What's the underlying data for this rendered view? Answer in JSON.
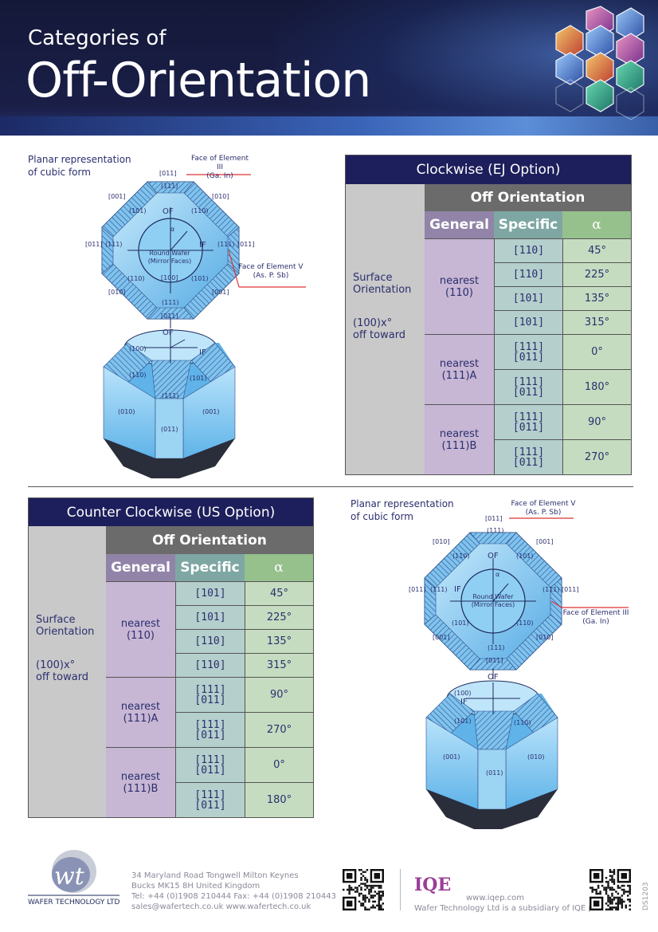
{
  "header": {
    "title_small": "Categories of",
    "title_big": "Off-Orientation"
  },
  "diagram_top": {
    "planar_label_1": "Planar representation",
    "planar_label_2": "of cubic form",
    "face3_1": "Face of Element III",
    "face3_2": "(Ga. In)",
    "face5_1": "Face of Element V",
    "face5_2": "(As. P. Sb)",
    "wafer_1": "Round Wafer",
    "wafer_2": "(Mirror Faces)",
    "labels": {
      "t011b": "[011]",
      "t111b": "(111)",
      "t001": "[001]",
      "t010": "[010]",
      "f101": "(101)",
      "f110": "(110)",
      "of": "OF",
      "if": "IF",
      "alpha": "α",
      "l011": "[011]",
      "l111": "(111)",
      "r111": "(111)",
      "r011": "[011]",
      "b110": "(110)",
      "b100": "[100]",
      "b101": "(101)",
      "b010": "[010]",
      "b001": "[001]",
      "b111": "(111)",
      "cube_top": "[011]",
      "cube_of": "OF",
      "cube_100": "(100)",
      "cube_if": "IF",
      "cube_110": "(110)",
      "cube_101": "(101)",
      "cube_111": "(111)",
      "cube_010": "(010)",
      "cube_001": "(001)",
      "cube_011": "(011)"
    }
  },
  "diagram_bottom": {
    "planar_label_1": "Planar representation",
    "planar_label_2": "of cubic form",
    "face5_1": "Face of Element V",
    "face5_2": "(As. P. Sb)",
    "face3_1": "Face of Element III",
    "face3_2": "(Ga. In)",
    "wafer_1": "Round Wafer",
    "wafer_2": "(Mirror Faces)",
    "labels": {
      "t011": "[011]",
      "t111": "(111)",
      "t010": "[010]",
      "t001": "[001]",
      "f110": "(110)",
      "f101": "(101)",
      "of": "OF",
      "if": "IF",
      "alpha": "α",
      "l011": "[011]",
      "l111": "(111)",
      "r111": "(111)",
      "r011": "[011]",
      "b101": "(101)",
      "b110": "(110)",
      "b001": "[001]",
      "b010": "[010]",
      "b111": "(111)",
      "cube_top": "[011]",
      "cube_of": "OF",
      "cube_100": "(100)",
      "cube_if": "IF",
      "cube_101": "(101)",
      "cube_110": "(110)",
      "cube_001": "(001)",
      "cube_010": "(010)",
      "cube_011": "(011)"
    }
  },
  "table_cw": {
    "title": "Clockwise (EJ Option)",
    "off_orientation": "Off Orientation",
    "col_general": "General",
    "col_specific": "Specific",
    "col_alpha": "α",
    "surface_1": "Surface",
    "surface_2": "Orientation",
    "toward_1": "(100)x°",
    "toward_2": "off toward",
    "groups": [
      {
        "general": "nearest\n(110)",
        "rows": [
          {
            "specific": "[110]",
            "alpha": "45°"
          },
          {
            "specific": "[110]",
            "alpha": "225°"
          },
          {
            "specific": "[101]",
            "alpha": "135°"
          },
          {
            "specific": "[101]",
            "alpha": "315°"
          }
        ]
      },
      {
        "general": "nearest\n(111)A",
        "rows": [
          {
            "specific": "[111]\n[011]",
            "alpha": "0°"
          },
          {
            "specific": "[111]\n[011]",
            "alpha": "180°"
          }
        ]
      },
      {
        "general": "nearest\n(111)B",
        "rows": [
          {
            "specific": "[111]\n[011]",
            "alpha": "90°"
          },
          {
            "specific": "[111]\n[011]",
            "alpha": "270°"
          }
        ]
      }
    ]
  },
  "table_ccw": {
    "title": "Counter Clockwise (US Option)",
    "off_orientation": "Off Orientation",
    "col_general": "General",
    "col_specific": "Specific",
    "col_alpha": "α",
    "surface_1": "Surface",
    "surface_2": "Orientation",
    "toward_1": "(100)x°",
    "toward_2": "off toward",
    "groups": [
      {
        "general": "nearest\n(110)",
        "rows": [
          {
            "specific": "[101]",
            "alpha": "45°"
          },
          {
            "specific": "[101]",
            "alpha": "225°"
          },
          {
            "specific": "[110]",
            "alpha": "135°"
          },
          {
            "specific": "[110]",
            "alpha": "315°"
          }
        ]
      },
      {
        "general": "nearest\n(111)A",
        "rows": [
          {
            "specific": "[111]\n[011]",
            "alpha": "90°"
          },
          {
            "specific": "[111]\n[011]",
            "alpha": "270°"
          }
        ]
      },
      {
        "general": "nearest\n(111)B",
        "rows": [
          {
            "specific": "[111]\n[011]",
            "alpha": "0°"
          },
          {
            "specific": "[111]\n[011]",
            "alpha": "180°"
          }
        ]
      }
    ]
  },
  "footer": {
    "logo_text": "wt",
    "company": "WAFER TECHNOLOGY LTD",
    "address_1": "34 Maryland Road   Tongwell   Milton Keynes",
    "address_2": "Bucks   MK15 8H   United Kingdom",
    "address_3": "Tel: +44 (0)1908 210444    Fax: +44 (0)1908 210443",
    "address_4": "sales@wafertech.co.uk    www.wafertech.co.uk",
    "iqe": "IQE",
    "iqe_url": "www.iqep.com",
    "iqe_note": "Wafer Technology Ltd is a subsidiary of IQE plc.",
    "doc_code": "DS1203"
  },
  "colors": {
    "navy": "#1d1f5c",
    "general_purple": "#c7b6d4",
    "specific_teal": "#b4cfcc",
    "alpha_green": "#c6dcc0",
    "crystal_blue": "#7fc3ef"
  }
}
